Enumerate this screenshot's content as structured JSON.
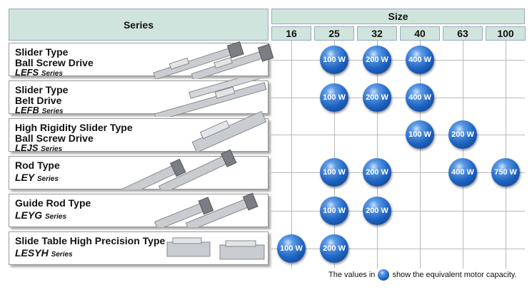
{
  "header": {
    "series_label": "Series",
    "size_label": "Size",
    "sizes": [
      "16",
      "25",
      "32",
      "40",
      "63",
      "100"
    ]
  },
  "rows": [
    {
      "line1": "Slider Type",
      "line2": "Ball Screw Drive",
      "code": "LEFS",
      "code_suffix": "Series",
      "capacities": {
        "25": "100 W",
        "32": "200 W",
        "40": "400 W"
      }
    },
    {
      "line1": "Slider Type",
      "line2": "Belt Drive",
      "code": "LEFB",
      "code_suffix": "Series",
      "capacities": {
        "25": "100 W",
        "32": "200 W",
        "40": "400 W"
      }
    },
    {
      "line1": "High Rigidity Slider Type",
      "line2": "Ball Screw Drive",
      "code": "LEJS",
      "code_suffix": "Series",
      "capacities": {
        "40": "100 W",
        "63": "200 W"
      }
    },
    {
      "line1": "Rod Type",
      "line2": "",
      "code": "LEY",
      "code_suffix": "Series",
      "capacities": {
        "25": "100 W",
        "32": "200 W",
        "63": "400 W",
        "100": "750 W"
      }
    },
    {
      "line1": "Guide Rod Type",
      "line2": "",
      "code": "LEYG",
      "code_suffix": "Series",
      "capacities": {
        "25": "100 W",
        "32": "200 W"
      }
    },
    {
      "line1": "Slide Table High Precision Type",
      "line2": "",
      "code": "LESYH",
      "code_suffix": "Series",
      "capacities": {
        "16": "100 W",
        "25": "200 W"
      }
    }
  ],
  "footnote": {
    "before": "The values in",
    "after": "show the equivalent motor capacity."
  },
  "colors": {
    "header_bg": "#cfe4dc",
    "ball_blue": "#1f64c2"
  }
}
